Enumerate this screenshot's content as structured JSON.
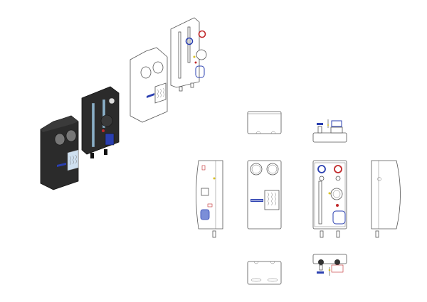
{
  "colors": {
    "background": "#ffffff",
    "outline": "#555555",
    "cover_dark": "#2b2b2b",
    "accent_blue": "#2a3fb0",
    "accent_red": "#c0282a",
    "label_blue": "#cfe0f0",
    "accent_yellow": "#d8c020"
  },
  "views": [
    "isometric-dark-cover",
    "isometric-dark-backplate",
    "isometric-white-cover",
    "isometric-white-backplate",
    "top-cover",
    "top-assembly",
    "left-side",
    "front-cover",
    "front-assembly",
    "right-side",
    "bottom-cover",
    "bottom-assembly"
  ]
}
